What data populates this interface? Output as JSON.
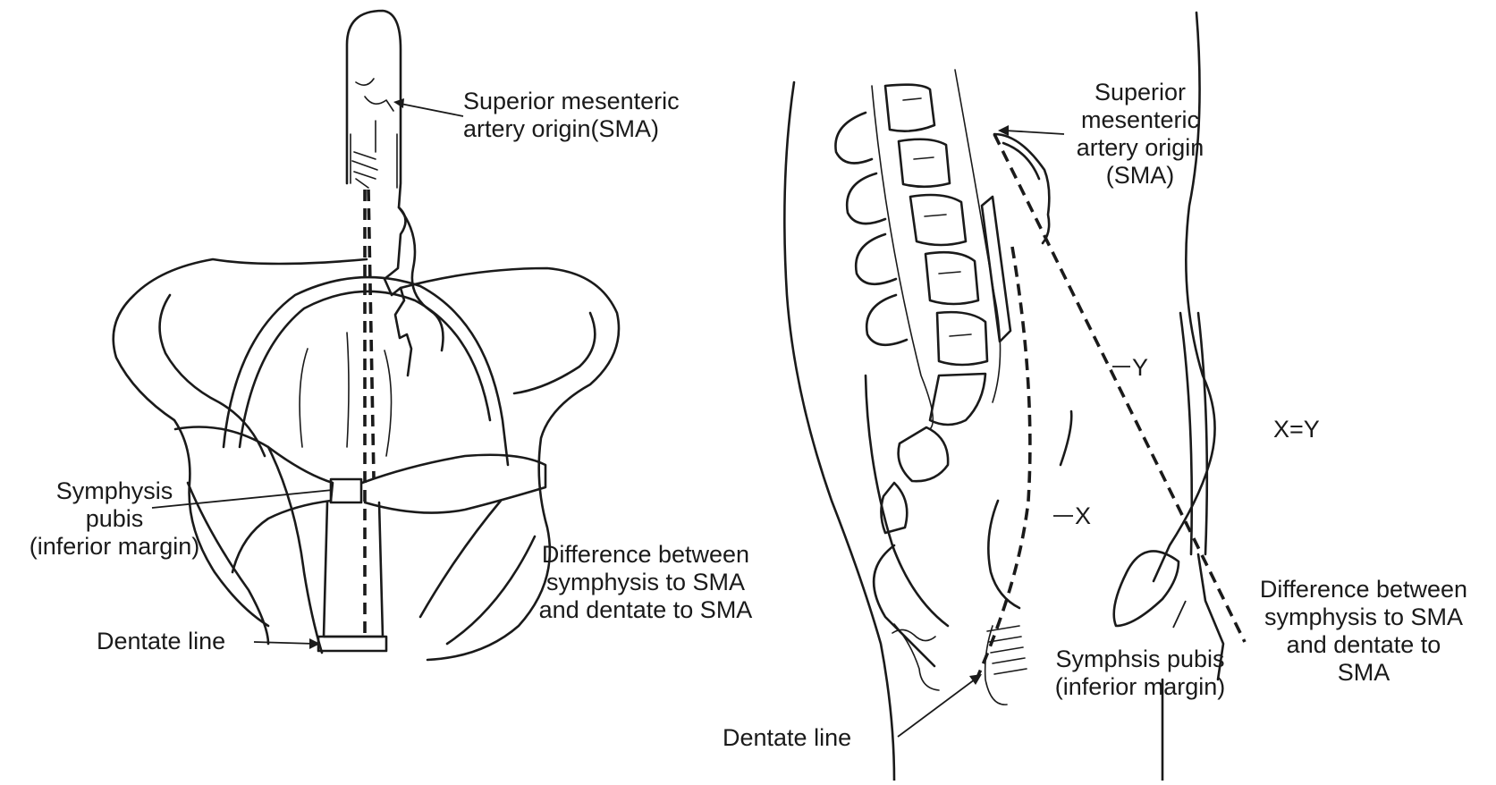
{
  "figure": {
    "left_panel": {
      "sma_label": [
        "Superior mesenteric",
        "artery origin(SMA)"
      ],
      "symphysis_label": [
        "Symphysis",
        "pubis",
        "(inferior margin)"
      ],
      "difference_label": [
        "Difference between",
        "symphysis to SMA",
        "and dentate to SMA"
      ],
      "dentate_label": "Dentate line"
    },
    "right_panel": {
      "sma_label": [
        "Superior",
        "mesenteric",
        "artery origin",
        "(SMA)"
      ],
      "y_label": "Y",
      "x_label": "X",
      "equation": "X=Y",
      "symphysis_label": [
        "Symphsis pubis",
        "(inferior margin)"
      ],
      "difference_label": [
        "Difference between",
        "symphysis to SMA",
        "and dentate to",
        "SMA"
      ],
      "dentate_label": "Dentate line"
    }
  }
}
